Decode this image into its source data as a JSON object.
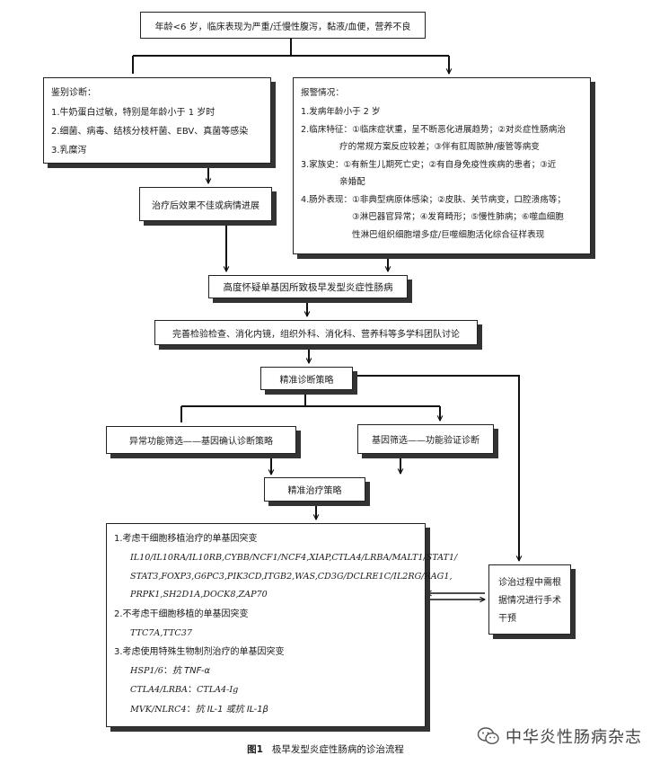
{
  "top": "年龄<6 岁，临床表现为严重/迁慢性腹泻，黏液/血便，营养不良",
  "diff": {
    "title": "鉴别诊断：",
    "items": [
      "1.牛奶蛋白过敏，特别是年龄小于 1 岁时",
      "2.细菌、病毒、结核分枝杆菌、EBV、真菌等感染",
      "3.乳糜泻"
    ]
  },
  "alarm": {
    "title": "报警情况：",
    "lines": [
      "1.发病年龄小于 2 岁",
      "2.临床特征：①临床症状重，呈不断恶化进展趋势；②对炎症性肠病治",
      "疗的常规方案反应较差；③伴有肛周脓肿/瘘管等病变",
      "3.家族史：①有新生儿期死亡史；②有自身免疫性疾病的患者；③近",
      "亲婚配",
      "4.肠外表现：①非典型病原体感染；②皮肤、关节病变，口腔溃疡等；",
      "③淋巴器官异常；④发育畸形；⑤慢性肺病；⑥噬血细胞",
      "性淋巴组织细胞增多症/巨噬细胞活化综合征样表现"
    ]
  },
  "poor": "治疗后效果不佳或病情进展",
  "suspect": "高度怀疑单基因所致极早发型炎症性肠病",
  "workup": "完善检验检查、消化内镜，组织外科、消化科、营养科等多学科团队讨论",
  "precise_dx": "精准诊断策略",
  "func_screen": "异常功能筛选——基因确认诊断策略",
  "gene_screen": "基因筛选——功能验证诊断",
  "precise_tx": "精准治疗策略",
  "treatment": {
    "h1": "1.考虑干细胞移植治疗的单基因突变",
    "g1": [
      "IL10/IL10RA/IL10RB,CYBB/NCF1/NCF4,XIAP,CTLA4/LRBA/MALT1/STAT1/",
      "STAT3,FOXP3,G6PC3,PIK3CD,ITGB2,WAS,CD3G/DCLRE1C/IL2RG/RAG1,",
      "PRPK1,SH2D1A,DOCK8,ZAP70"
    ],
    "h2": "2.不考虑干细胞移植的单基因突变",
    "g2": "TTC7A,TTC37",
    "h3": "3.考虑使用特殊生物制剂治疗的单基因突变",
    "g3": [
      {
        "gene": "HSP1/6",
        "sep": "：",
        "drug": "抗 TNF-α"
      },
      {
        "gene": "CTLA4/LRBA",
        "sep": "：",
        "drug": "CTLA4-Ig"
      },
      {
        "gene": "MVK/NLRC4",
        "sep": "：",
        "drug": "抗 IL-1 或抗 IL-1β"
      }
    ]
  },
  "surgery": [
    "诊治过程中需根",
    "据情况进行手术",
    "干预"
  ],
  "caption": {
    "label": "图1",
    "text": "极早发型炎症性肠病的诊治流程"
  },
  "watermark": "中华炎性肠病杂志"
}
